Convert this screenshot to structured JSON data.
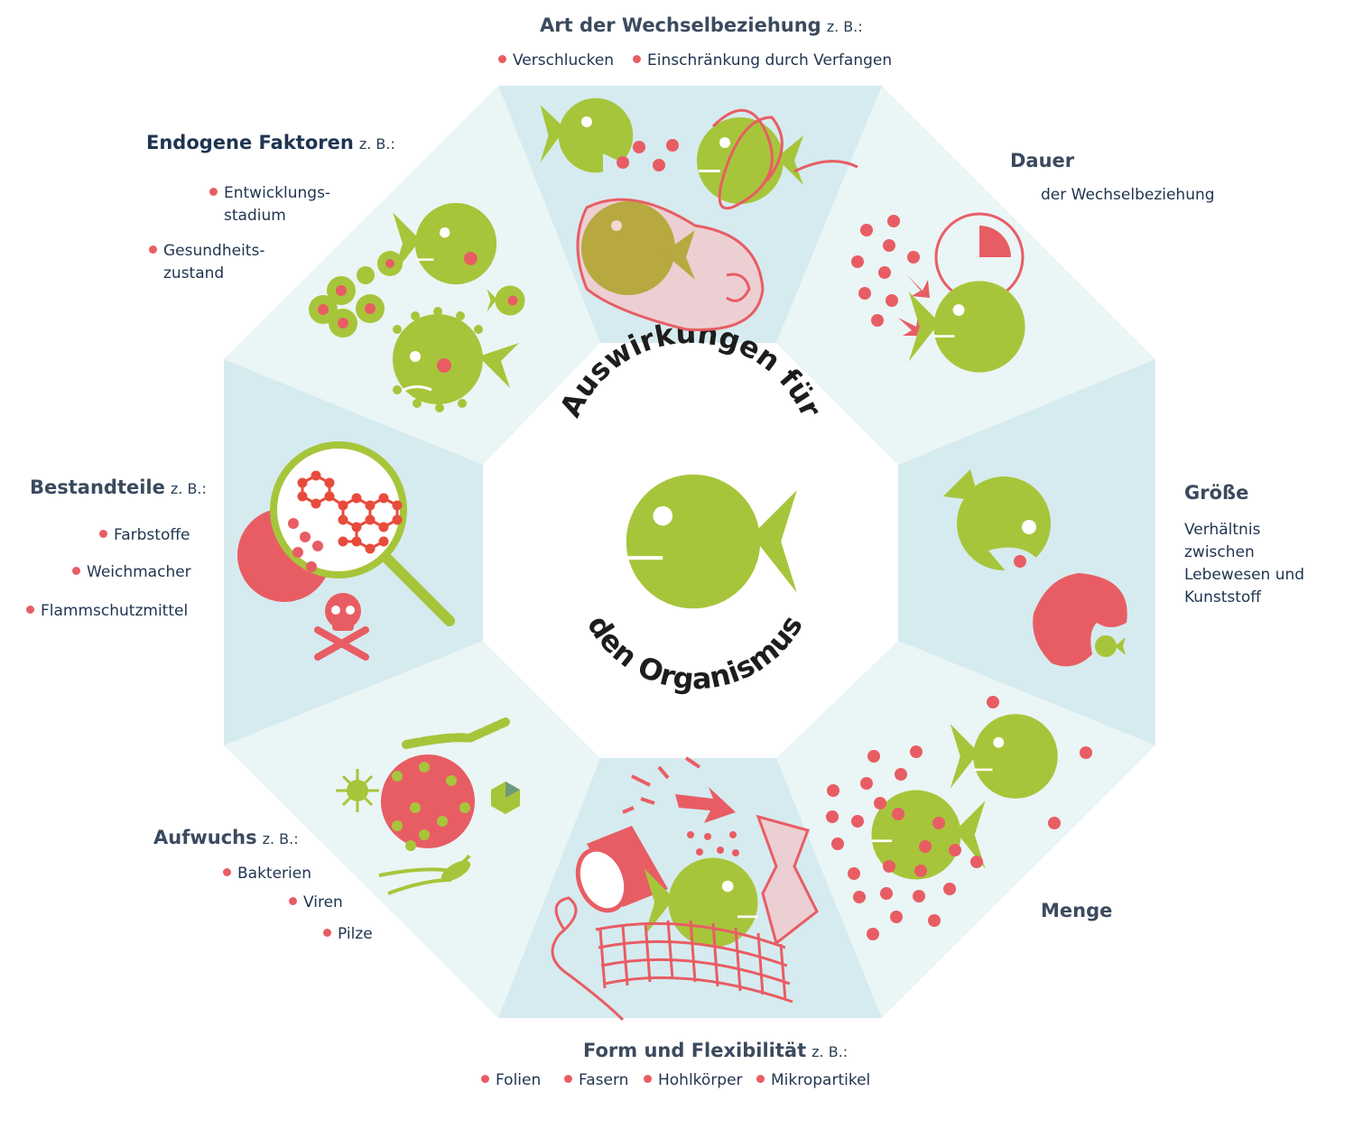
{
  "center": {
    "top_text": "Auswirkungen für",
    "bottom_text": "den Organismus"
  },
  "colors": {
    "green": "#a7c53a",
    "red": "#e85d64",
    "panel_light": "#eaf5f5",
    "panel_dark": "#d6ebef",
    "title_text": "#3b4a5e",
    "body_text": "#1f3450"
  },
  "sections": {
    "art": {
      "title": "Art der Wechselbeziehung",
      "zb": "z. B.:",
      "items": [
        "Verschlucken",
        "Einschränkung durch Verfangen"
      ]
    },
    "dauer": {
      "title": "Dauer",
      "subtitle": "der Wechselbeziehung"
    },
    "groesse": {
      "title": "Größe",
      "text": "Verhältnis\nzwischen\nLebewesen und\nKunststoff"
    },
    "menge": {
      "title": "Menge"
    },
    "form": {
      "title": "Form und Flexibilität",
      "zb": "z. B.:",
      "items": [
        "Folien",
        "Fasern",
        "Hohlkörper",
        "Mikropartikel"
      ]
    },
    "aufwuchs": {
      "title": "Aufwuchs",
      "zb": "z. B.:",
      "items": [
        "Bakterien",
        "Viren",
        "Pilze"
      ]
    },
    "bestandteile": {
      "title": "Bestandteile",
      "zb": "z. B.:",
      "items": [
        "Farbstoffe",
        "Weichmacher",
        "Flammschutzmittel"
      ]
    },
    "endogen": {
      "title": "Endogene Faktoren",
      "zb": "z. B.:",
      "items": [
        "Entwicklungs-\nstadium",
        "Gesundheits-\nzustand"
      ]
    }
  },
  "icons": [
    "fish-icon",
    "fish-eating-particles-icon",
    "fish-entangled-icon",
    "fish-in-plastic-icon",
    "clock-icon",
    "arrow-icon",
    "microplastic-particles-icon",
    "magnifier-icon",
    "molecule-icon",
    "skull-icon",
    "bacteria-icon",
    "virus-icon",
    "plastic-bottle-icon",
    "net-icon",
    "pufferfish-icon"
  ]
}
